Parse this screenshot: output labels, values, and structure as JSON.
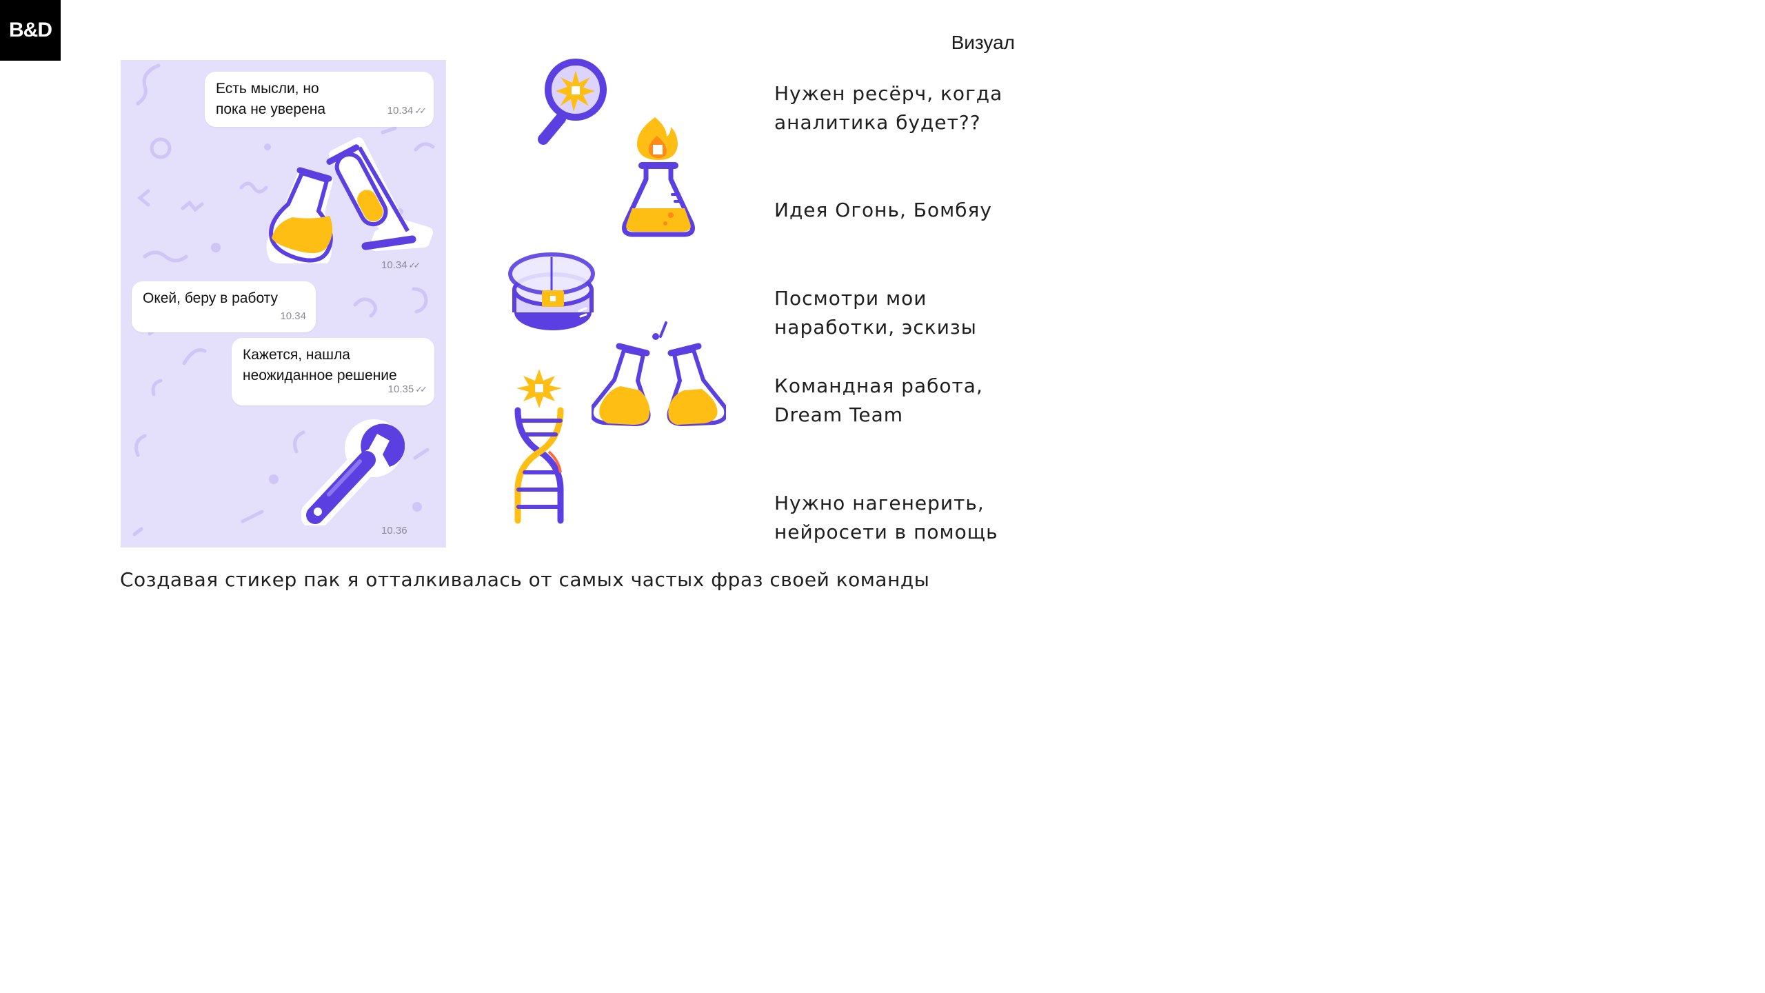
{
  "logo": "B&D",
  "section_title": "Визуал",
  "chat": {
    "messages": [
      {
        "text": "Есть мысли, но\nпока не уверена",
        "time": "10.34",
        "ticks": "✓✓"
      },
      {
        "time": "10.34",
        "ticks": "✓✓"
      },
      {
        "text": "Окей, беру в работу",
        "time": "10.34"
      },
      {
        "text": "Кажется, нашла\nнеожиданное решение",
        "time": "10.35",
        "ticks": "✓✓"
      },
      {
        "time": "10.36"
      }
    ]
  },
  "phrases": [
    "Нужен ресёрч, когда\nаналитика будет??",
    "Идея Огонь, Бомбяу",
    "Посмотри мои\nнаработки, эскизы",
    "Командная работа,\nDream Team",
    "Нужно нагенерить,\nнейросети в помощь"
  ],
  "caption": "Создавая стикер пак я отталкивалась от самых частых фраз своей команды",
  "colors": {
    "accent": "#5b3fe0",
    "liquid": "#ffc21a",
    "chat_bg": "#e4dffb"
  },
  "stickers": [
    "magnifier-icon",
    "burning-flask-icon",
    "petri-dish-icon",
    "dna-icon",
    "cheers-flasks-icon",
    "clinking-flasks-icon",
    "wrench-icon"
  ]
}
